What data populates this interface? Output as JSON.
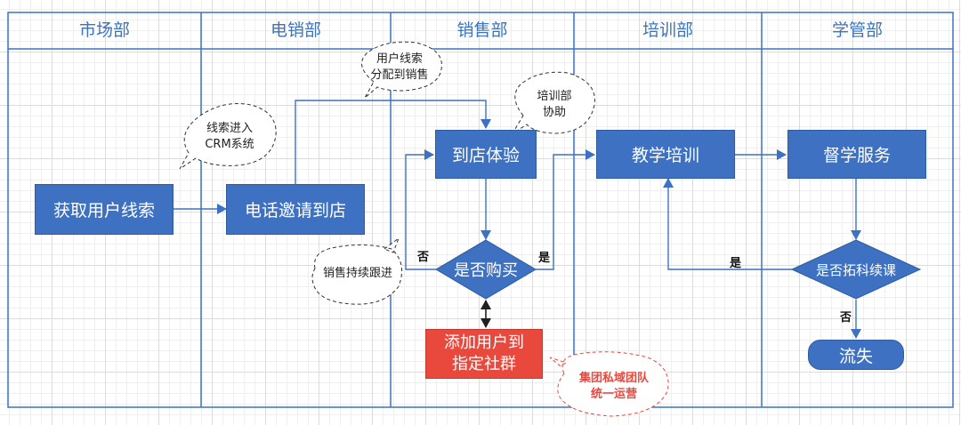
{
  "lanes": [
    "市场部",
    "电销部",
    "销售部",
    "培训部",
    "学管部"
  ],
  "nodes": {
    "get_leads": "获取用户线索",
    "call_invite": "电话邀请到店",
    "store_visit": "到店体验",
    "buy_decision": "是否购买",
    "add_group_line1": "添加用户到",
    "add_group_line2": "指定社群",
    "teaching": "教学培训",
    "supervision": "督学服务",
    "expand_decision": "是否拓科续课",
    "churn": "流失"
  },
  "callouts": {
    "crm_line1": "线索进入",
    "crm_line2": "CRM系统",
    "assign_line1": "用户线索",
    "assign_line2": "分配到销售",
    "assist_line1": "培训部",
    "assist_line2": "协助",
    "followup": "销售持续跟进",
    "private_line1": "集团私域团队",
    "private_line2": "统一运营"
  },
  "edge_labels": {
    "buy_no": "否",
    "buy_yes": "是",
    "expand_yes": "是",
    "expand_no": "否"
  },
  "colors": {
    "box_blue": "#3e71c1",
    "lane_line": "#3b73bf",
    "box_red": "#e9483d",
    "arrow": "#3e71c1"
  }
}
